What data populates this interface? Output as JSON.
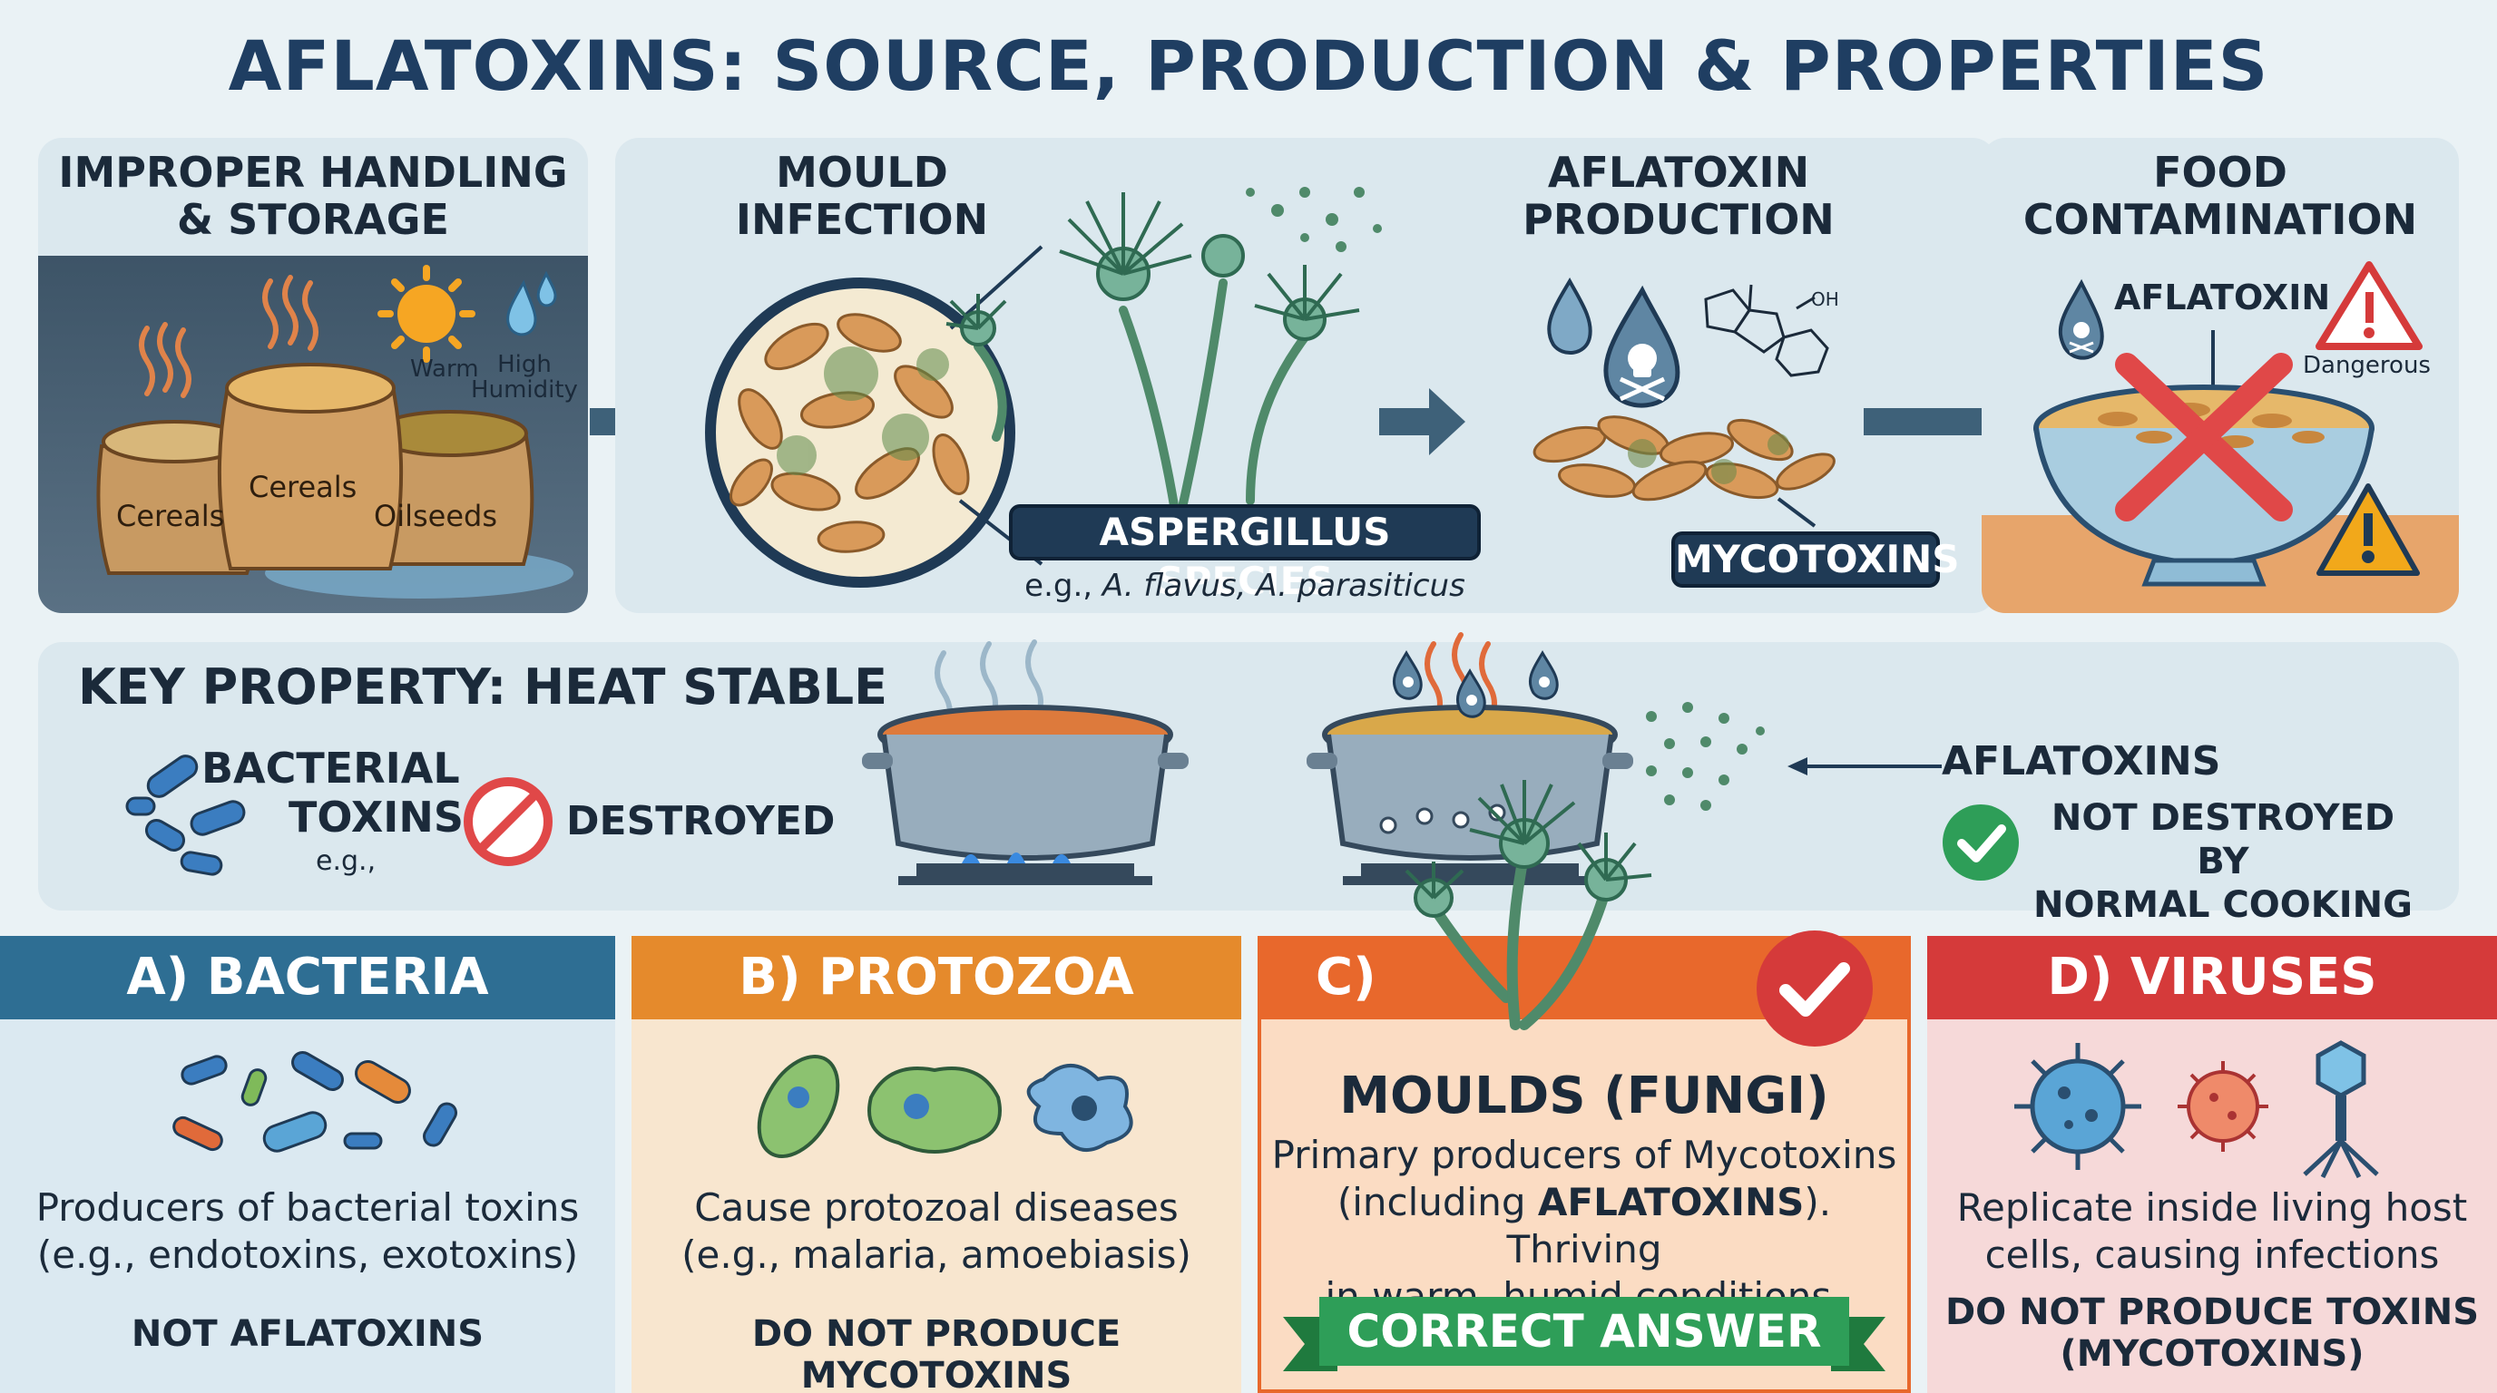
{
  "title": "AFLATOXINS: SOURCE, PRODUCTION & PROPERTIES",
  "stages": {
    "handling": {
      "heading_line1": "IMPROPER HANDLING",
      "heading_line2": "& STORAGE",
      "warm": "Warm",
      "humidity_line1": "High",
      "humidity_line2": "Humidity",
      "sack_left": "Cereals",
      "sack_middle": "Cereals",
      "sack_right": "Oilseeds"
    },
    "mould": {
      "heading_line1": "MOULD",
      "heading_line2": "INFECTION",
      "species_label": "ASPERGILLUS SPECIES",
      "species_example_prefix": "e.g., ",
      "species_example": "A. flavus, A. parasiticus"
    },
    "production": {
      "heading_line1": "AFLATOXIN",
      "heading_line2": "PRODUCTION",
      "oh_label": "OH",
      "mycotoxins_label": "MYCOTOXINS"
    },
    "contamination": {
      "heading_line1": "FOOD",
      "heading_line2": "CONTAMINATION",
      "aflatoxin_label": "AFLATOXIN",
      "dangerous_label": "Dangerous"
    }
  },
  "key_property": {
    "heading": "KEY PROPERTY: HEAT STABLE",
    "bacterial_line1": "BACTERIAL",
    "bacterial_line2": "TOXINS",
    "bacterial_eg": "e.g.,",
    "destroyed": "DESTROYED",
    "aflatoxins_label": "AFLATOXINS",
    "not_destroyed_line1": "NOT DESTROYED BY",
    "not_destroyed_line2": "NORMAL COOKING"
  },
  "options": [
    {
      "header": "A) BACTERIA",
      "desc_line1": "Producers of bacterial toxins",
      "desc_line2": "(e.g., endotoxins, exotoxins)",
      "verdict": "NOT AFLATOXINS",
      "color": "#2e6e93"
    },
    {
      "header": "B) PROTOZOA",
      "desc_line1": "Cause protozoal diseases",
      "desc_line2": "(e.g., malaria, amoebiasis)",
      "verdict": "DO NOT PRODUCE MYCOTOXINS",
      "color": "#e58a2c"
    },
    {
      "header": "C)",
      "name": "MOULDS (FUNGI)",
      "desc_line1": "Primary producers of Mycotoxins",
      "desc_line2_pre": "(including ",
      "desc_line2_bold": "AFLATOXINS",
      "desc_line2_post": "). Thriving",
      "desc_line3": "in warm, humid conditions.",
      "verdict": "CORRECT ANSWER",
      "color": "#e8682c"
    },
    {
      "header": "D) VIRUSES",
      "desc_line1": "Replicate inside living host",
      "desc_line2": "cells, causing infections",
      "verdict_line1": "DO NOT PRODUCE TOXINS",
      "verdict_line2": "(MYCOTOXINS)",
      "color": "#d53a3a"
    }
  ]
}
